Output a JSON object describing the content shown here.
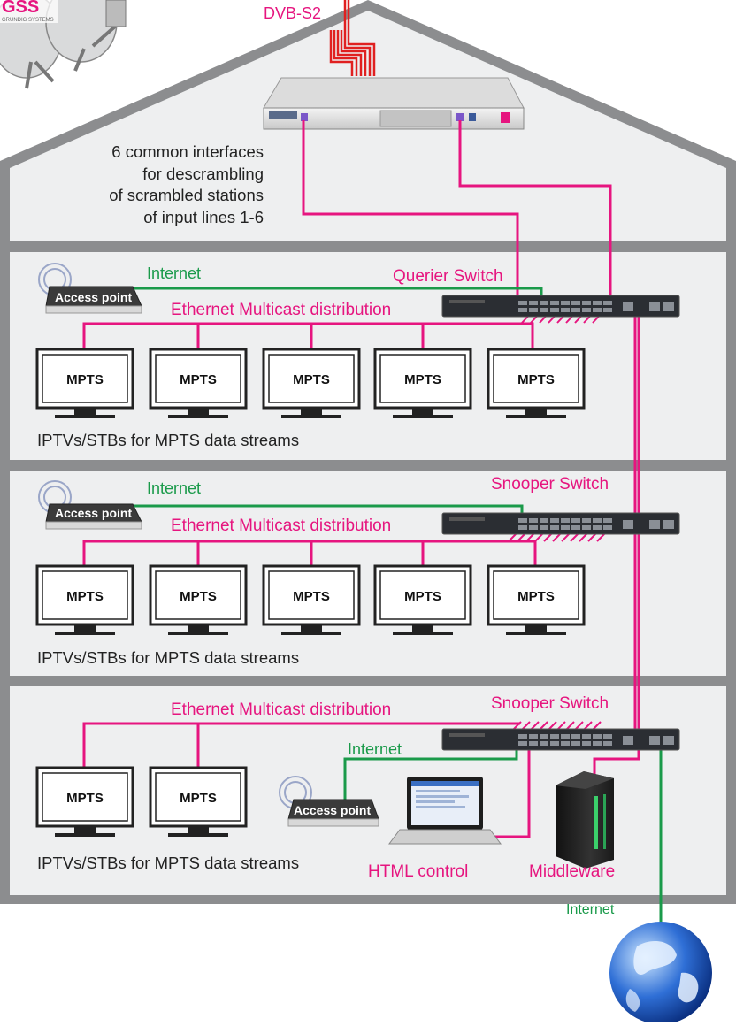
{
  "top": {
    "input_label": "DVB-S2",
    "logo": "GSS",
    "logo_sub": "GRUNDIG SYSTEMS"
  },
  "intro_lines": [
    "6 common interfaces",
    "for descrambling",
    "of scrambled stations",
    "of input lines 1-6"
  ],
  "floors": [
    {
      "switch_label": "Querier Switch",
      "internet_label": "Internet",
      "multicast_label": "Ethernet Multicast distribution",
      "access_point_label": "Access point",
      "monitors": [
        "MPTS",
        "MPTS",
        "MPTS",
        "MPTS",
        "MPTS"
      ],
      "caption": "IPTVs/STBs for MPTS data streams"
    },
    {
      "switch_label": "Snooper Switch",
      "internet_label": "Internet",
      "multicast_label": "Ethernet Multicast distribution",
      "access_point_label": "Access point",
      "monitors": [
        "MPTS",
        "MPTS",
        "MPTS",
        "MPTS",
        "MPTS"
      ],
      "caption": "IPTVs/STBs for MPTS data streams"
    },
    {
      "switch_label": "Snooper Switch",
      "internet_label": "Internet",
      "multicast_label": "Ethernet Multicast distribution",
      "access_point_label": "Access point",
      "monitors": [
        "MPTS",
        "MPTS"
      ],
      "caption": "IPTVs/STBs for MPTS data streams",
      "html_control_label": "HTML control",
      "middleware_label": "Middleware"
    }
  ],
  "outside": {
    "internet_label": "Internet"
  },
  "colors": {
    "magenta": "#e6157f",
    "green": "#1a9a4a",
    "house_frame": "#8c8d8f",
    "floor_bg": "#eeeff0"
  }
}
